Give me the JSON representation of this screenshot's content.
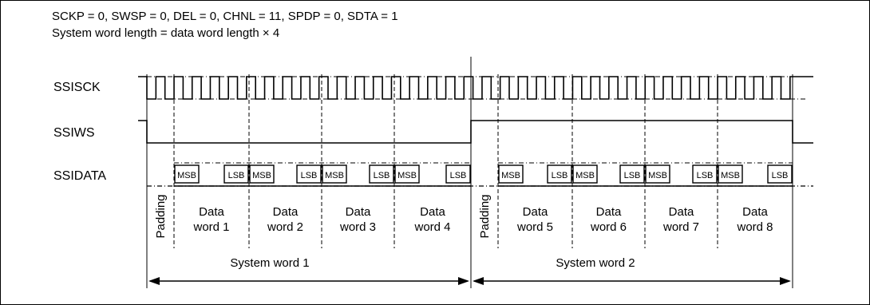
{
  "header": {
    "line1": "SCKP = 0, SWSP = 0, DEL = 0, CHNL = 11, SPDP = 0, SDTA = 1",
    "line2": "System word length = data word length × 4"
  },
  "signals": {
    "clock": "SSISCK",
    "word_select": "SSIWS",
    "data": "SSIDATA"
  },
  "bit_labels": {
    "msb": "MSB",
    "lsb": "LSB"
  },
  "padding_label": "Padding",
  "data_words": [
    [
      "Data",
      "word 1"
    ],
    [
      "Data",
      "word 2"
    ],
    [
      "Data",
      "word 3"
    ],
    [
      "Data",
      "word 4"
    ],
    [
      "Data",
      "word 5"
    ],
    [
      "Data",
      "word 6"
    ],
    [
      "Data",
      "word 7"
    ],
    [
      "Data",
      "word 8"
    ]
  ],
  "system_words": [
    "System word 1",
    "System word 2"
  ]
}
